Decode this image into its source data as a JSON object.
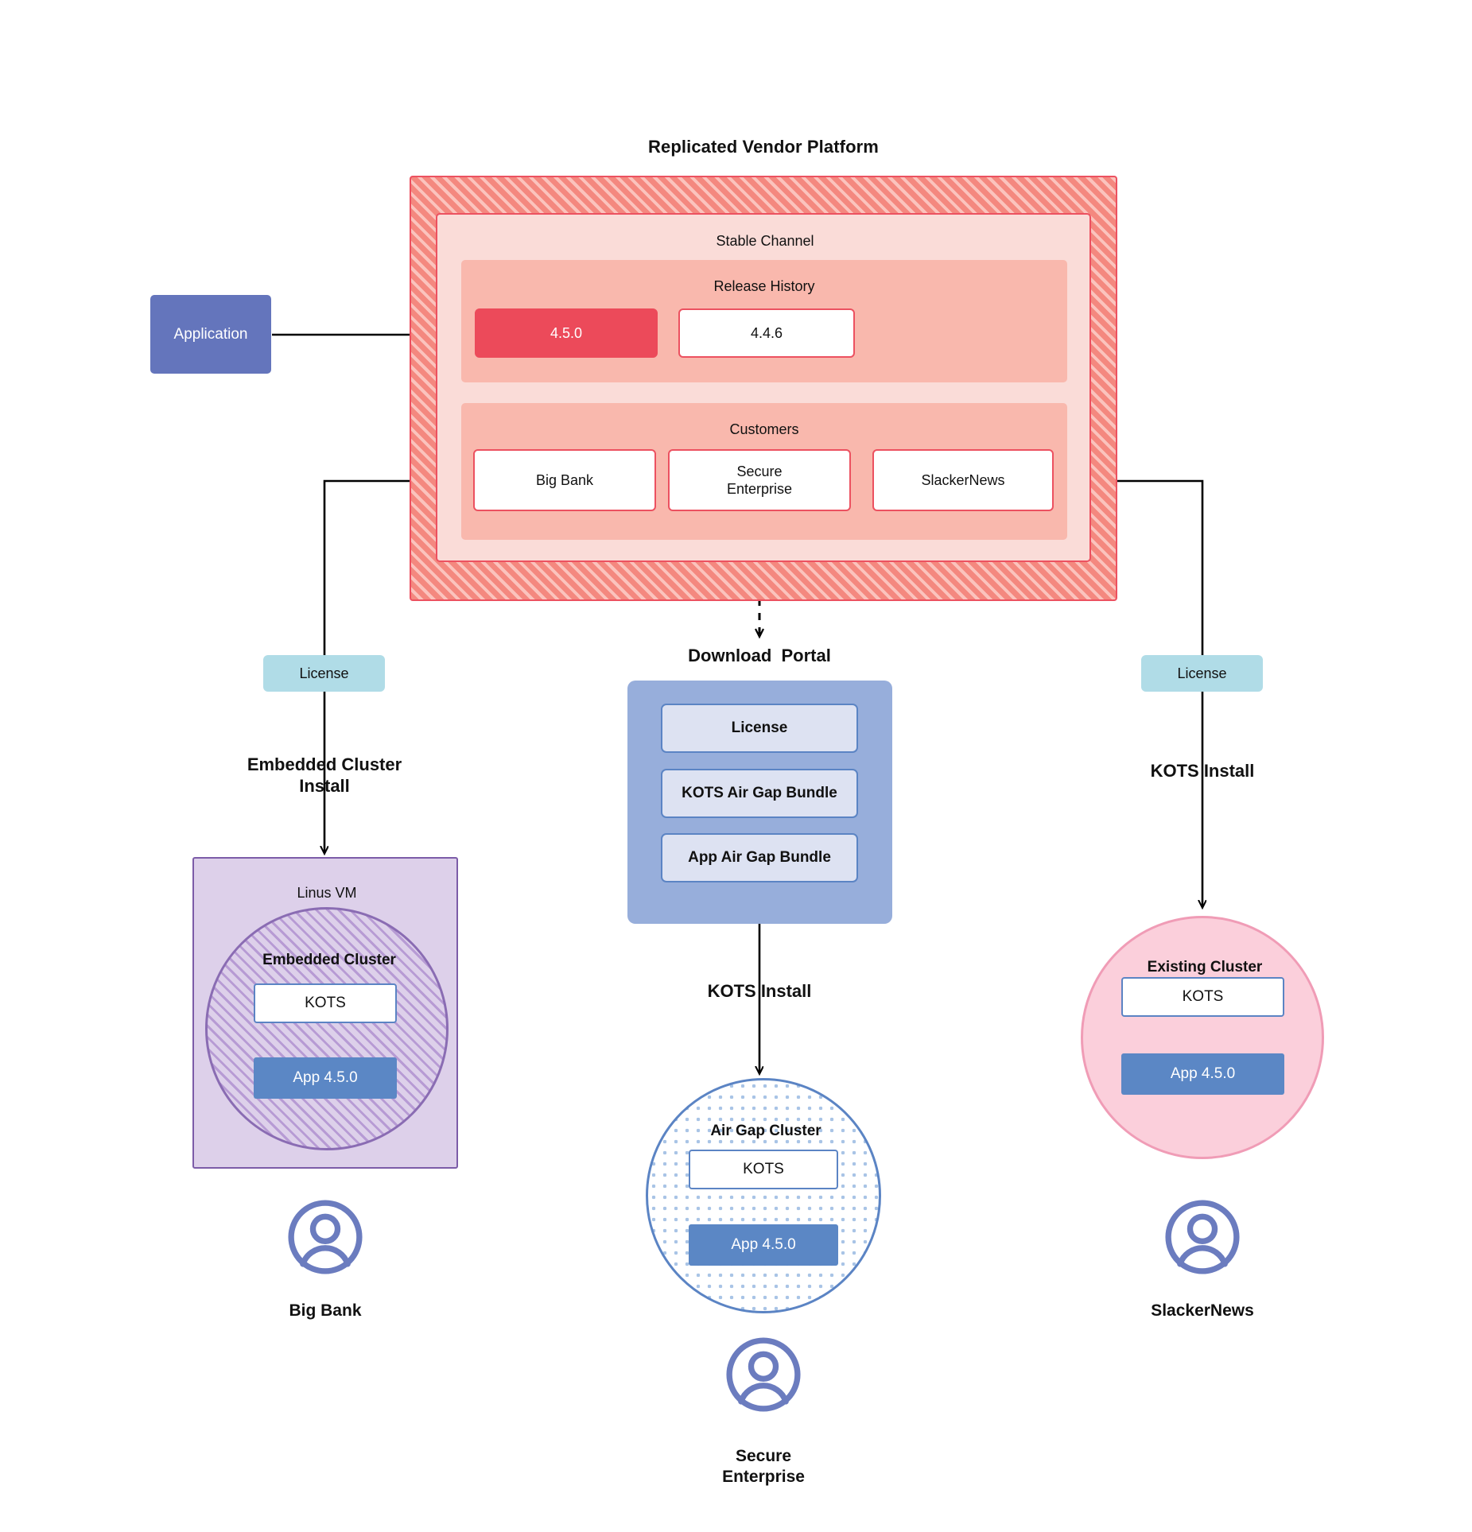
{
  "diagram": {
    "title": "Replicated Vendor Platform",
    "application_label": "Application",
    "stable_channel_label": "Stable Channel",
    "release_history_label": "Release History",
    "customers_label": "Customers",
    "releases": [
      {
        "version": "4.5.0",
        "current": true
      },
      {
        "version": "4.4.6",
        "current": false
      }
    ],
    "customers": [
      {
        "name": "Big Bank"
      },
      {
        "name": "Secure\nEnterprise"
      },
      {
        "name": "SlackerNews"
      }
    ]
  },
  "download_portal": {
    "title": "Download  Portal",
    "items": [
      {
        "label": "License"
      },
      {
        "label": "KOTS Air Gap Bundle"
      },
      {
        "label": "App Air Gap Bundle"
      }
    ]
  },
  "left_branch": {
    "license_label": "License",
    "install_label": "Embedded Cluster\nInstall",
    "vm_title": "Linus VM",
    "cluster_title": "Embedded Cluster",
    "kots_label": "KOTS",
    "app_label": "App 4.5.0",
    "persona": "Big Bank",
    "avatar_icon": "user-avatar-icon"
  },
  "middle_branch": {
    "install_label": "KOTS Install",
    "cluster_title": "Air Gap Cluster",
    "kots_label": "KOTS",
    "app_label": "App 4.5.0",
    "persona": "Secure\nEnterprise",
    "avatar_icon": "user-avatar-icon"
  },
  "right_branch": {
    "license_label": "License",
    "install_label": "KOTS Install",
    "cluster_title": "Existing Cluster",
    "kots_label": "KOTS",
    "app_label": "App 4.5.0",
    "persona": "SlackerNews",
    "avatar_icon": "user-avatar-icon"
  },
  "colors": {
    "platform_hatch": "#f4887f",
    "platform_border": "#ec5160",
    "stable_channel_bg": "#fadcd8",
    "panel_bg": "#f9b8ad",
    "release_current_bg": "#ec4a5a",
    "application_bg": "#6475bc",
    "license_bg": "#b0dce7",
    "portal_bg": "#97aedb",
    "portal_item_bg": "#dde2f2",
    "vm_bg": "#ddd0ea",
    "vm_border": "#7c5ca8",
    "existing_cluster_bg": "#fbcfdb",
    "existing_cluster_border": "#f09cb6",
    "airgap_border": "#5b84c4",
    "app_box_bg": "#5b87c5",
    "avatar": "#6b7cbf",
    "edge": "#000000"
  }
}
